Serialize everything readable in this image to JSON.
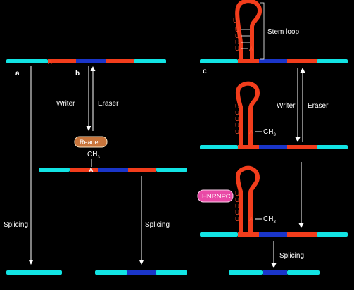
{
  "panels": {
    "a": "a",
    "b": "b",
    "c": "c"
  },
  "labels": {
    "stem_loop": "Stem loop",
    "writer": "Writer",
    "eraser": "Eraser",
    "reader": "Reader",
    "hnrnpc": "HNRNPC",
    "splicing": "Splicing"
  },
  "bases": {
    "a": "A",
    "u": "U",
    "ch3": "CH",
    "sub3": "3"
  },
  "colors": {
    "cyan": "#12e4e4",
    "red": "#f23d1c",
    "blue": "#1a35c9",
    "reader": "#c8753c",
    "hnrnpc": "#e94aa6"
  }
}
